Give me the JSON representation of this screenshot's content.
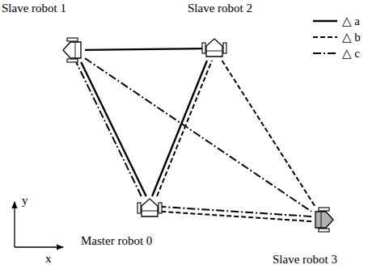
{
  "diagram": {
    "nodes": [
      {
        "text": [
          "Slave robot 1"
        ]
      },
      {
        "text": [
          "Slave robot 2"
        ]
      },
      {
        "text": [
          "Master robot 0"
        ]
      },
      {
        "text": [
          "Slave robot 3"
        ]
      }
    ],
    "edges": [
      {
        "from": 0,
        "to": 1,
        "arrow": "none"
      },
      {
        "from": 1,
        "to": 2,
        "arrow": "none"
      },
      {
        "from": 2,
        "to": 0,
        "arrow": "none"
      },
      {
        "from": 2,
        "to": 1,
        "arrow": "none"
      },
      {
        "from": 1,
        "to": 3,
        "arrow": "none"
      },
      {
        "from": 3,
        "to": 2,
        "arrow": "none"
      },
      {
        "from": 0,
        "to": 3,
        "arrow": "none"
      },
      {
        "from": 3,
        "to": 2,
        "arrow": "none"
      },
      {
        "from": 2,
        "to": 0,
        "arrow": "none"
      }
    ],
    "labels": [
      "y",
      "x"
    ],
    "legend": [
      {
        "text": "△ a"
      },
      {
        "text": "△ b"
      },
      {
        "text": "△ c"
      }
    ]
  }
}
